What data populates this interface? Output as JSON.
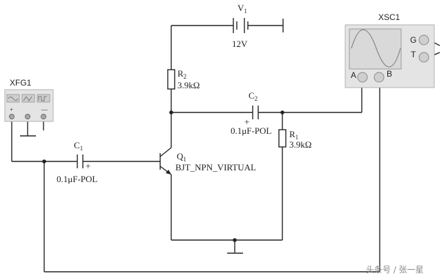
{
  "battery": {
    "ref": "V",
    "sub": "1",
    "value": "12V"
  },
  "r2": {
    "ref": "R",
    "sub": "2",
    "value": "3.9kΩ"
  },
  "r1": {
    "ref": "R",
    "sub": "1",
    "value": "3.9kΩ"
  },
  "c2": {
    "ref": "C",
    "sub": "2",
    "polarity": "+",
    "value": "0.1μF-POL"
  },
  "c1": {
    "ref": "C",
    "sub": "1",
    "polarity": "+",
    "value": "0.1μF-POL"
  },
  "q1": {
    "ref": "Q",
    "sub": "1",
    "model": "BJT_NPN_VIRTUAL"
  },
  "xfg1": {
    "name": "XFG1",
    "terminals": [
      "+",
      "",
      "—"
    ]
  },
  "xsc1": {
    "name": "XSC1",
    "channel_a": "A",
    "channel_b": "B",
    "ground": "G",
    "trigger": "T"
  },
  "watermark": "头条号 / 张一星"
}
